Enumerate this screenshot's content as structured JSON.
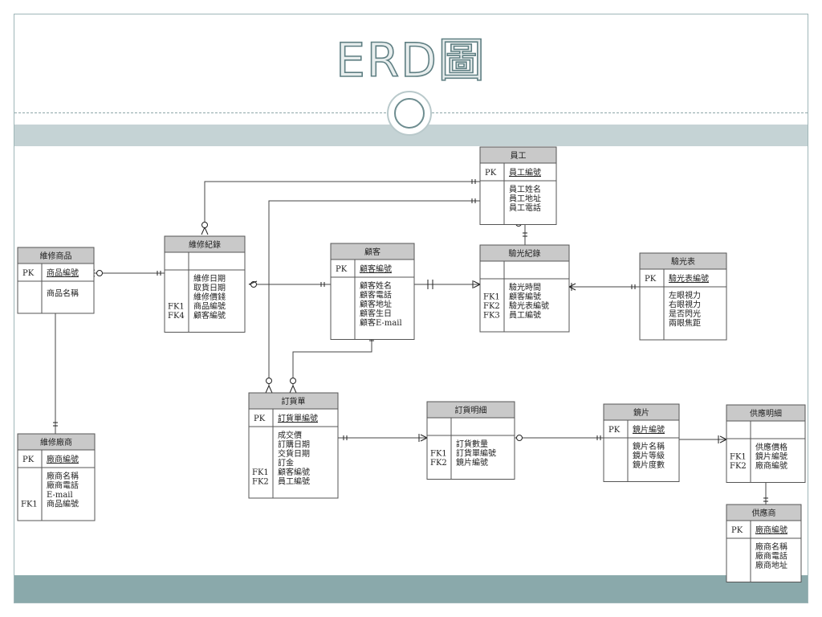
{
  "title": "ERD圖",
  "entities": [
    {
      "id": "employee",
      "title": "員工",
      "pk": [
        "員工編號"
      ],
      "fk": [],
      "attrs": [
        "員工姓名",
        "員工地址",
        "員工電話"
      ]
    },
    {
      "id": "repair_product",
      "title": "維修商品",
      "pk": [
        "商品編號"
      ],
      "fk": [],
      "attrs": [
        "商品名稱"
      ]
    },
    {
      "id": "repair_record",
      "title": "維修紀錄",
      "pk": [],
      "fk": [
        "FK1",
        "FK4"
      ],
      "attrs": [
        "維修日期",
        "取貨日期",
        "維修價錢",
        "商品編號",
        "顧客編號"
      ]
    },
    {
      "id": "customer",
      "title": "顧客",
      "pk": [
        "顧客編號"
      ],
      "fk": [],
      "attrs": [
        "顧客姓名",
        "顧客電話",
        "顧客地址",
        "顧客生日",
        "顧客E-mail"
      ]
    },
    {
      "id": "optometry_record",
      "title": "驗光紀錄",
      "pk": [],
      "fk": [
        "FK1",
        "FK2",
        "FK3"
      ],
      "attrs": [
        "驗光時間",
        "顧客編號",
        "驗光表編號",
        "員工編號"
      ]
    },
    {
      "id": "optometry_table",
      "title": "驗光表",
      "pk": [
        "驗光表編號"
      ],
      "fk": [],
      "attrs": [
        "左眼視力",
        "右眼視力",
        "是否閃光",
        "兩眼焦距"
      ]
    },
    {
      "id": "repair_vendor",
      "title": "維修廠商",
      "pk": [
        "廠商編號"
      ],
      "fk": [
        "FK1"
      ],
      "attrs": [
        "廠商名稱",
        "廠商電話",
        "E-mail",
        "商品編號"
      ]
    },
    {
      "id": "order",
      "title": "訂貨單",
      "pk": [
        "訂貨單編號"
      ],
      "fk": [
        "FK1",
        "FK2"
      ],
      "attrs": [
        "成交價",
        "訂購日期",
        "交貨日期",
        "訂金",
        "顧客編號",
        "員工編號"
      ]
    },
    {
      "id": "order_detail",
      "title": "訂貨明細",
      "pk": [],
      "fk": [
        "FK1",
        "FK2"
      ],
      "attrs": [
        "訂貨數量",
        "訂貨單編號",
        "鏡片編號"
      ]
    },
    {
      "id": "lens",
      "title": "鏡片",
      "pk": [
        "鏡片編號"
      ],
      "fk": [],
      "attrs": [
        "鏡片名稱",
        "鏡片等級",
        "鏡片度數"
      ]
    },
    {
      "id": "supply_detail",
      "title": "供應明細",
      "pk": [],
      "fk": [
        "FK1",
        "FK2"
      ],
      "attrs": [
        "供應價格",
        "鏡片編號",
        "廠商編號"
      ]
    },
    {
      "id": "supplier",
      "title": "供應商",
      "pk": [
        "廠商編號"
      ],
      "fk": [],
      "attrs": [
        "廠商名稱",
        "廠商電話",
        "廠商地址"
      ]
    }
  ]
}
